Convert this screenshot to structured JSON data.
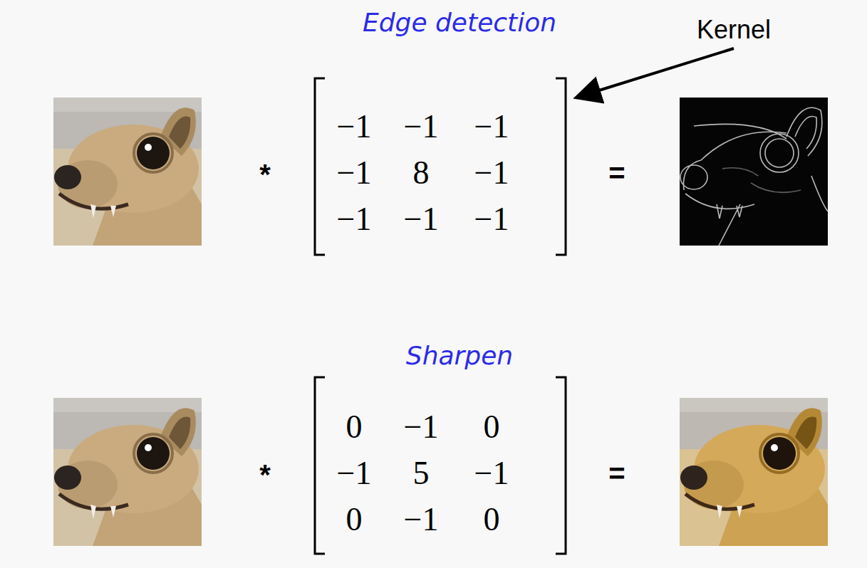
{
  "diagram": {
    "labels": [
      "Edge detection",
      "Kernel",
      "*",
      "−1",
      "−1",
      "−1",
      "−1",
      "8",
      "−1",
      "−1",
      "−1",
      "−1",
      "=",
      "Sharpen",
      "*",
      "0",
      "−1",
      "0",
      "−1",
      "5",
      "−1",
      "0",
      "−1",
      "0",
      "="
    ]
  }
}
